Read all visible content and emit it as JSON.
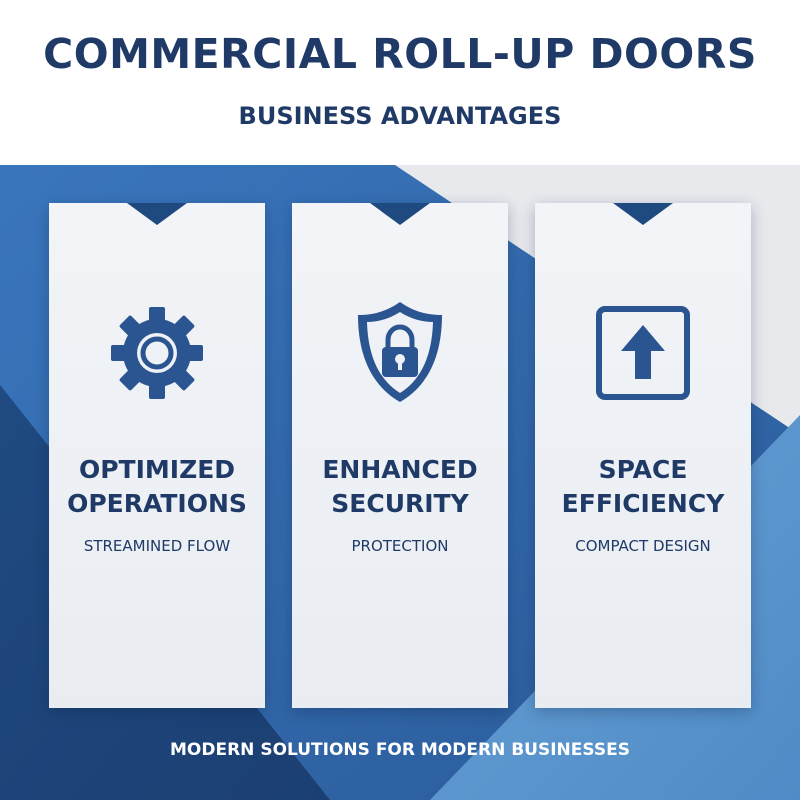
{
  "header": {
    "title": "COMMERCIAL ROLL-UP DOORS",
    "subtitle": "BUSINESS ADVANTAGES"
  },
  "cards": [
    {
      "title_line1": "OPTIMIZED",
      "title_line2": "OPERATIONS",
      "subtitle": "STREAMINED FLOW",
      "icon": "gear-icon"
    },
    {
      "title_line1": "ENHANCED",
      "title_line2": "SECURITY",
      "subtitle": "PROTECTION",
      "icon": "shield-lock-icon"
    },
    {
      "title_line1": "SPACE",
      "title_line2": "EFFICIENCY",
      "subtitle": "COMPACT DESIGN",
      "icon": "arrow-up-box-icon"
    }
  ],
  "footer": {
    "tagline": "MODERN SOLUTIONS FOR MODERN BUSINESSES"
  },
  "colors": {
    "navy": "#1f3a66",
    "blue": "#2f68ad",
    "light_blue": "#5b95cf",
    "card_bg": "#eef1f5"
  }
}
